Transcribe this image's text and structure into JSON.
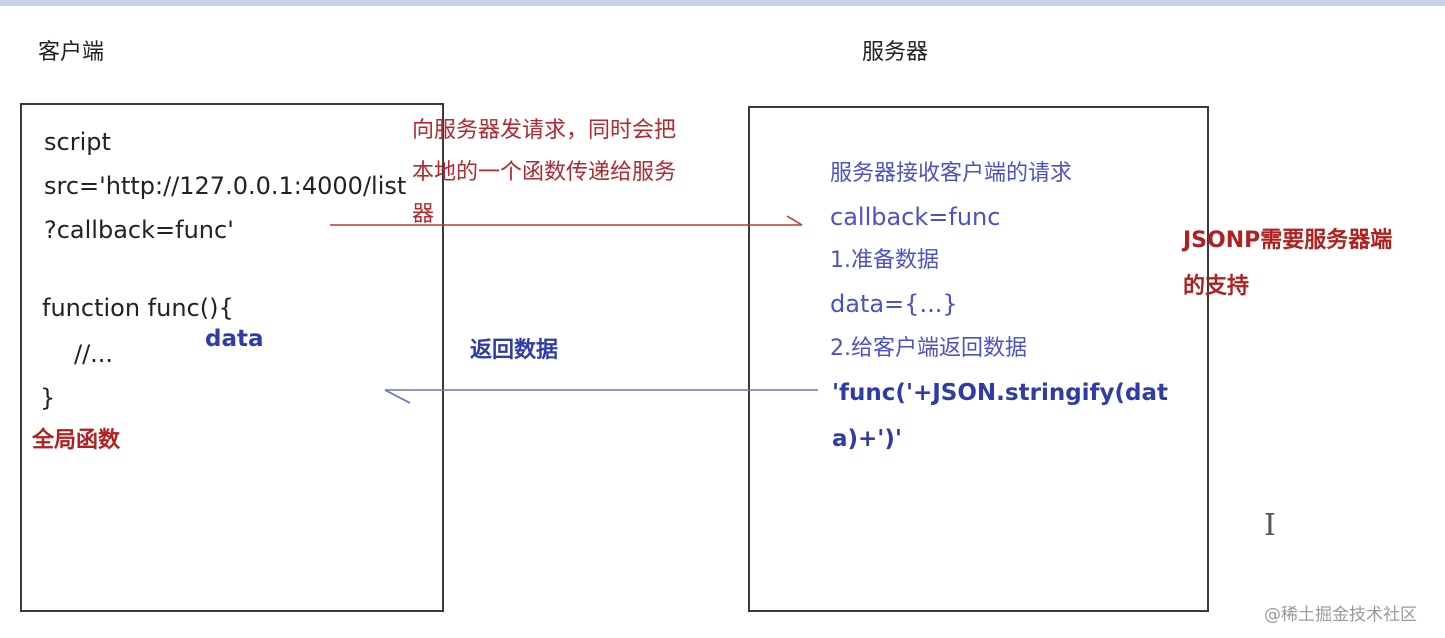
{
  "headings": {
    "client": "客户端",
    "server": "服务器"
  },
  "client_box": {
    "code_lines": [
      "script",
      "src='http://127.0.0.1:4000/list",
      "?callback=func'",
      "function func(){",
      "//...",
      "}"
    ],
    "data_label": "data",
    "global_function_label": "全局函数"
  },
  "request_note": {
    "lines": [
      "向服务器发请求，同时会把",
      "本地的一个函数传递给服务",
      "器"
    ]
  },
  "response_note": "返回数据",
  "server_box": {
    "lines": [
      "服务器接收客户端的请求",
      "callback=func",
      "1.准备数据",
      "data={...}",
      "2.给客户端返回数据"
    ],
    "bold_lines": [
      "'func('+JSON.stringify(dat",
      "a)+')'"
    ]
  },
  "side_note": {
    "lines": [
      "JSONP需要服务器端",
      "的支持"
    ]
  },
  "watermark": "@稀土掘金技术社区",
  "colors": {
    "request_arrow": "#b23a3a",
    "response_arrow": "#6a70c8",
    "red_text": "#b02a30",
    "blue_text": "#4b52c8"
  }
}
